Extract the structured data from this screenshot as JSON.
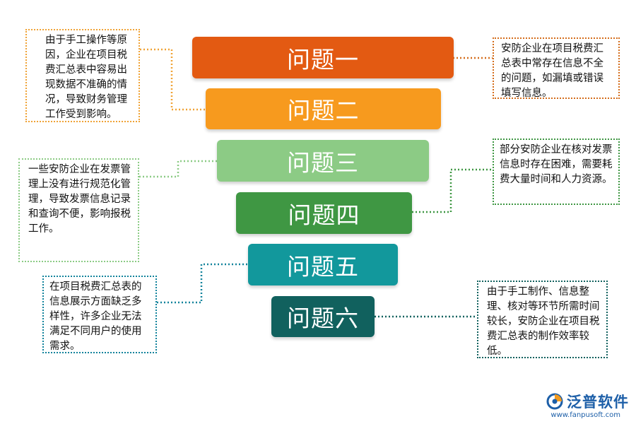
{
  "diagram": {
    "levels": [
      {
        "label": "问题一",
        "color": "#e35a12"
      },
      {
        "label": "问题二",
        "color": "#f79a1e"
      },
      {
        "label": "问题三",
        "color": "#8ccb85"
      },
      {
        "label": "问题四",
        "color": "#3f9743"
      },
      {
        "label": "问题五",
        "color": "#12989c"
      },
      {
        "label": "问题六",
        "color": "#11615e"
      }
    ],
    "notes": [
      {
        "text": "由于手工操作等原因，企业在项目税费汇总表中容易出现数据不准确的情况，导致财务管理工作受到影响。",
        "border_color": "#f0a336"
      },
      {
        "text": "安防企业在项目税费汇总表中常存在信息不全的问题，如漏填或错误填写信息。",
        "border_color": "#d46d1c"
      },
      {
        "text": "一些安防企业在发票管理上没有进行规范化管理，导致发票信息记录和查询不便，影响报税工作。",
        "border_color": "#8ccb85"
      },
      {
        "text": "部分安防企业在核对发票信息时存在困难，需要耗费大量时间和人力资源。",
        "border_color": "#3f9743"
      },
      {
        "text": "在项目税费汇总表的信息展示方面缺乏多样性，许多企业无法满足不同用户的使用需求。",
        "border_color": "#12839c"
      },
      {
        "text": "由于手工制作、信息整理、核对等环节所需时间较长，安防企业在项目税费汇总表的制作效率较低。",
        "border_color": "#11615e"
      }
    ]
  },
  "logo": {
    "name": "泛普软件",
    "url": "www.fanpusoft.com",
    "icon": "fanpu-logo-icon",
    "color": "#1d5fa8"
  }
}
